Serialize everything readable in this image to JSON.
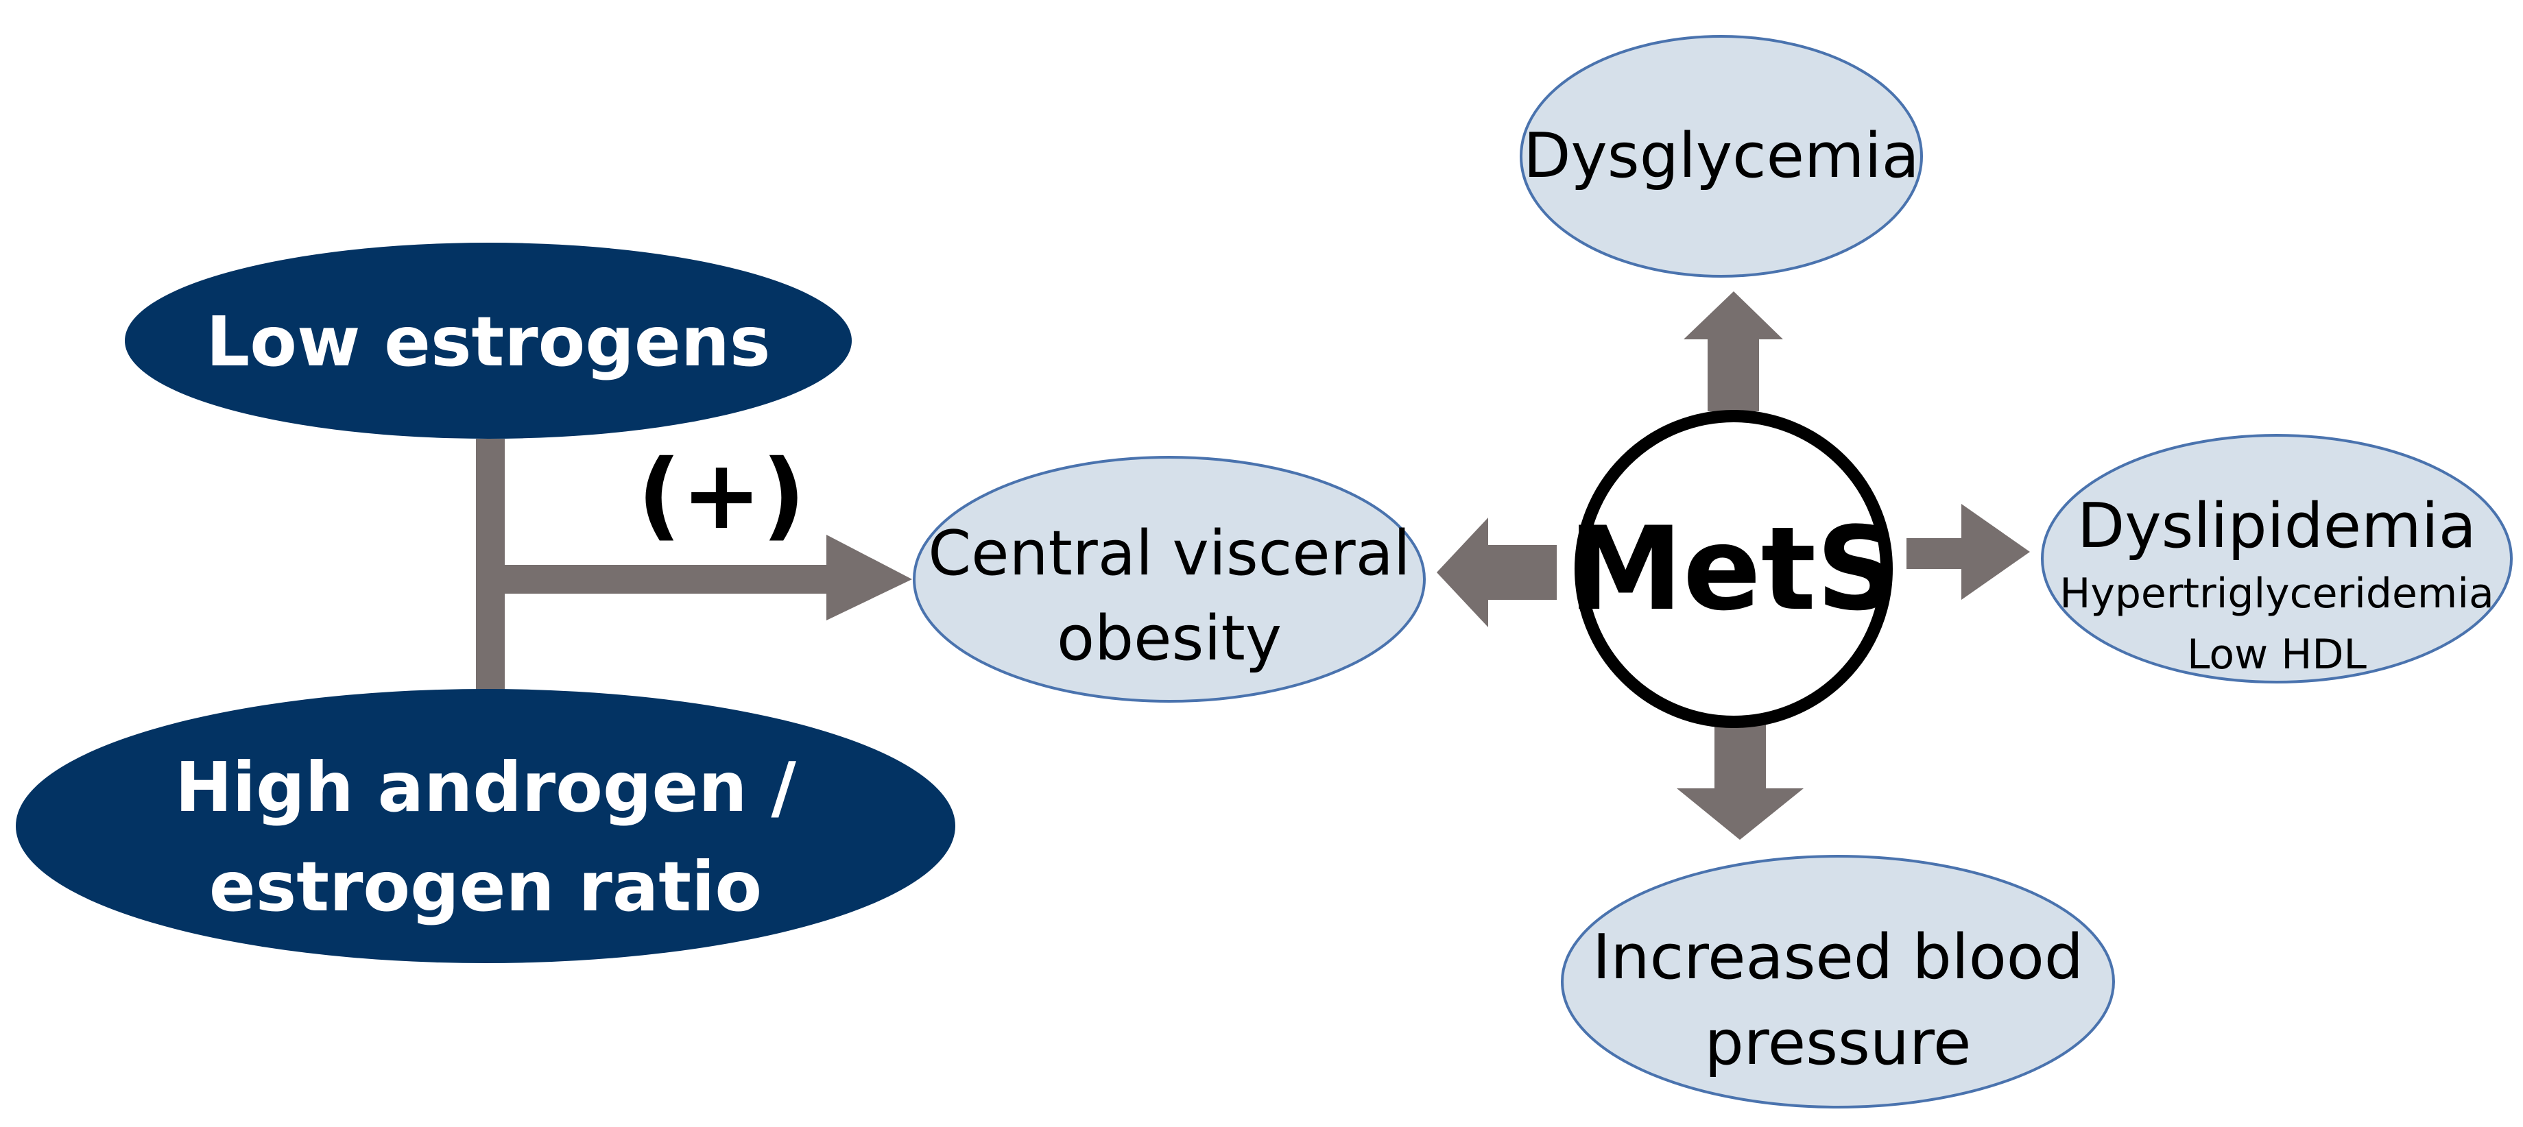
{
  "nodes": {
    "low_estrogens": "Low estrogens",
    "high_ratio_line1": "High androgen /",
    "high_ratio_line2": "estrogen ratio",
    "plus_sign": "(+)",
    "obesity_line1": "Central visceral",
    "obesity_line2": "obesity",
    "mets": "MetS",
    "dysglycemia": "Dysglycemia",
    "dyslipidemia": "Dyslipidemia",
    "dyslipidemia_sub1": "Hypertriglyceridemia",
    "dyslipidemia_sub2": "Low HDL",
    "bp_line1": "Increased blood",
    "bp_line2": "pressure"
  },
  "colors": {
    "dark_node": "#033363",
    "light_node": "#d6e0ea",
    "light_node_border": "#4a73ae",
    "arrow": "#776f6e",
    "mets_border": "#000000"
  }
}
